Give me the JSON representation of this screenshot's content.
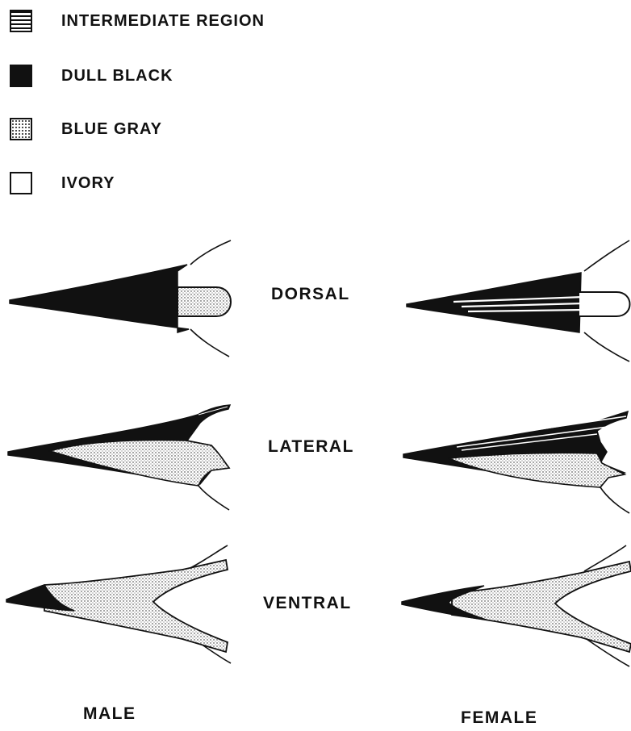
{
  "legend": [
    {
      "label": "INTERMEDIATE REGION",
      "pattern": "horizontal-lines"
    },
    {
      "label": "DULL BLACK",
      "pattern": "solid-black"
    },
    {
      "label": "BLUE GRAY",
      "pattern": "stipple"
    },
    {
      "label": "IVORY",
      "pattern": "blank"
    }
  ],
  "views": {
    "dorsal": "DORSAL",
    "lateral": "LATERAL",
    "ventral": "VENTRAL"
  },
  "sexes": {
    "male": "MALE",
    "female": "FEMALE"
  },
  "colors": {
    "ink": "#111111",
    "paper": "#ffffff"
  }
}
